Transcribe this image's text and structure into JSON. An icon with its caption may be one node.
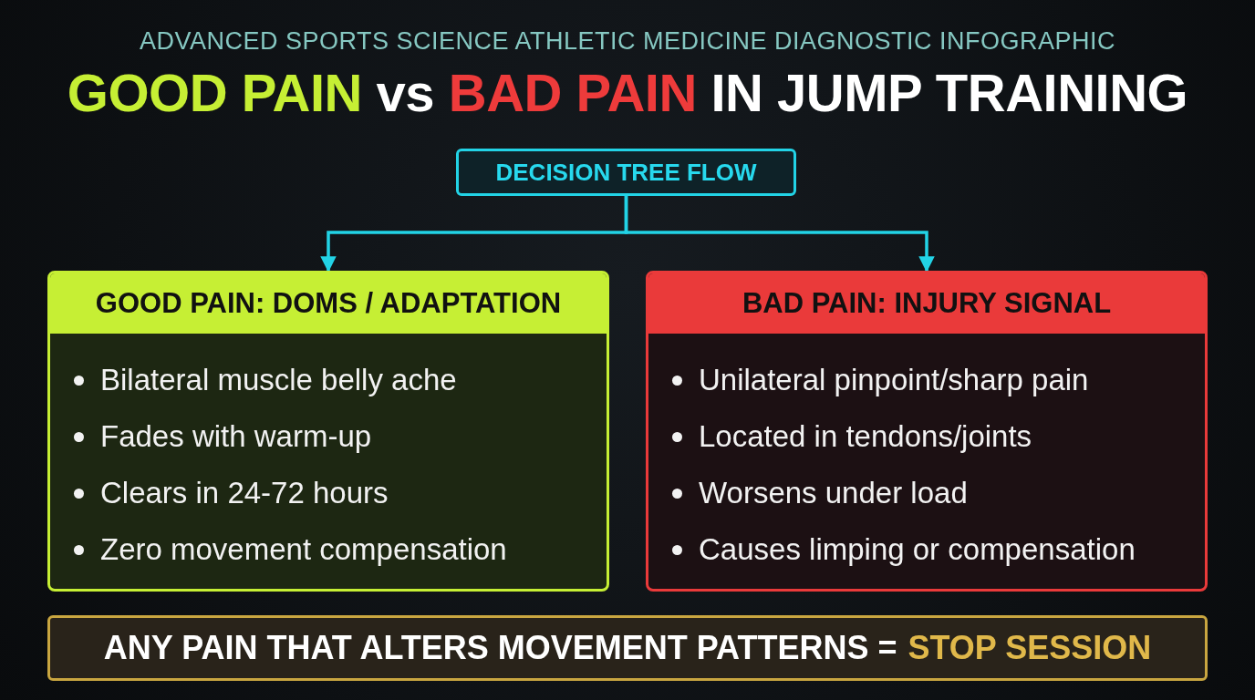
{
  "diagram": {
    "title": "GOOD PAIN vs BAD PAIN IN JUMP TRAINING",
    "nodes": [
      {
        "text": [
          "DECISION TREE FLOW"
        ]
      },
      {
        "text": [
          "GOOD PAIN: DOMS / ADAPTATION",
          "Bilateral muscle belly ache",
          "Fades with warm-up",
          "Clears in 24-72 hours",
          "Zero movement compensation"
        ]
      },
      {
        "text": [
          "BAD PAIN: INJURY SIGNAL",
          "Unilateral pinpoint/sharp pain",
          "Located in tendons/joints",
          "Worsens under load",
          "Causes limping or compensation"
        ]
      },
      {
        "text": [
          "ANY PAIN THAT ALTERS MOVEMENT PATTERNS =",
          "STOP SESSION"
        ]
      }
    ],
    "edges": [
      {
        "from": 0,
        "to": 1,
        "arrow": "to"
      },
      {
        "from": 0,
        "to": 2,
        "arrow": "to"
      }
    ],
    "labels": [
      "ADVANCED SPORTS SCIENCE ATHLETIC MEDICINE DIAGNOSTIC INFOGRAPHIC"
    ]
  }
}
